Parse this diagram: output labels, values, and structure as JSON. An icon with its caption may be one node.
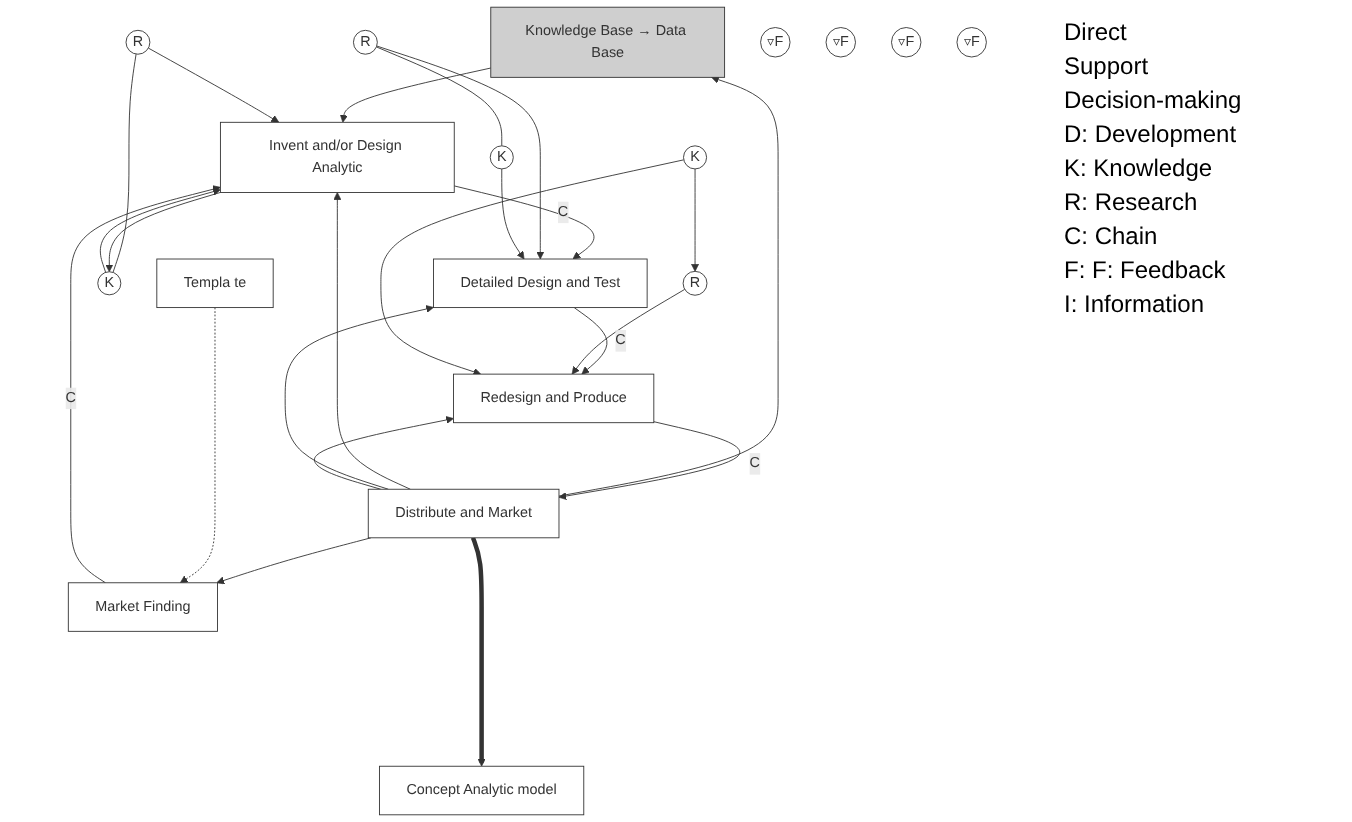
{
  "diagram": {
    "nodes": [
      {
        "text": [
          "Knowledge Base → Data Base"
        ]
      },
      {
        "text": [
          "R"
        ]
      },
      {
        "text": [
          "R"
        ]
      },
      {
        "text": [
          "R"
        ]
      },
      {
        "text": [
          "K"
        ]
      },
      {
        "text": [
          "K"
        ]
      },
      {
        "text": [
          "K"
        ]
      },
      {
        "text": [
          "Market Finding"
        ]
      },
      {
        "text": [
          "Invent and/or Design Analytic"
        ]
      },
      {
        "text": [
          "Detailed Design and Test"
        ]
      },
      {
        "text": [
          "Redesign and Produce"
        ]
      },
      {
        "text": [
          "Distribute and Market"
        ]
      },
      {
        "text": [
          "Templa te"
        ]
      },
      {
        "text": [
          "Concept Analytic model"
        ]
      },
      {
        "text": [
          "▿F"
        ]
      },
      {
        "text": [
          "▿F"
        ]
      },
      {
        "text": [
          "▿F"
        ]
      },
      {
        "text": [
          "▿F"
        ]
      }
    ],
    "edges": [
      {
        "from": 7,
        "to": 8,
        "arrow": "to",
        "label": "C"
      },
      {
        "from": 8,
        "to": 9,
        "arrow": "to",
        "label": "C"
      },
      {
        "from": 9,
        "to": 10,
        "arrow": "to",
        "label": "C"
      },
      {
        "from": 10,
        "to": 11,
        "arrow": "to",
        "label": "C"
      },
      {
        "from": 0,
        "to": 8,
        "arrow": "to"
      },
      {
        "from": 11,
        "to": 0,
        "arrow": "to"
      },
      {
        "from": 1,
        "to": 4,
        "arrow": "none"
      },
      {
        "from": 1,
        "to": 8,
        "arrow": "to"
      },
      {
        "from": 8,
        "to": 4,
        "arrow": "to"
      },
      {
        "from": 4,
        "to": 8,
        "arrow": "to"
      },
      {
        "from": 2,
        "to": 5,
        "arrow": "none"
      },
      {
        "from": 2,
        "to": 9,
        "arrow": "to"
      },
      {
        "from": 5,
        "to": 9,
        "arrow": "to"
      },
      {
        "from": 6,
        "to": 3,
        "arrow": "to"
      },
      {
        "from": 3,
        "to": 10,
        "arrow": "to"
      },
      {
        "from": 6,
        "to": 10,
        "arrow": "to"
      },
      {
        "from": 11,
        "to": 7,
        "arrow": "to"
      },
      {
        "from": 11,
        "to": 8,
        "arrow": "to"
      },
      {
        "from": 11,
        "to": 9,
        "arrow": "to"
      },
      {
        "from": 11,
        "to": 10,
        "arrow": "to"
      },
      {
        "from": 11,
        "to": 13,
        "arrow": "to",
        "style": "thick"
      },
      {
        "from": 12,
        "to": 7,
        "arrow": "to",
        "style": "dashed"
      }
    ],
    "labels": [
      "Direct",
      "Support",
      "Decision-making",
      "D: Development",
      "K: Knowledge",
      "R: Research",
      "C: Chain",
      "F: F: Feedback",
      "I: Information"
    ]
  }
}
